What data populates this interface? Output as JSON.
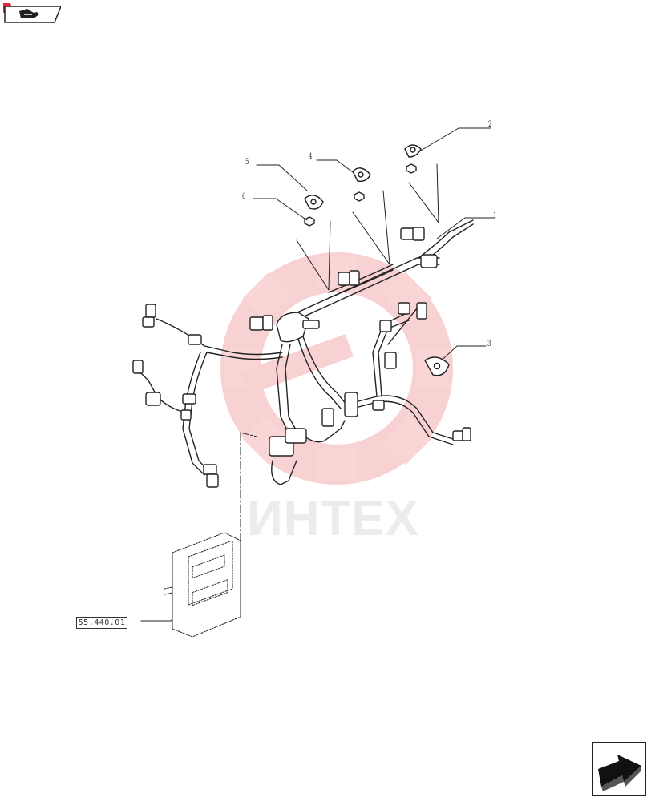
{
  "callouts": [
    {
      "id": "1",
      "label": "1"
    },
    {
      "id": "2",
      "label": "2"
    },
    {
      "id": "3",
      "label": "3"
    },
    {
      "id": "4",
      "label": "4"
    },
    {
      "id": "5",
      "label": "5"
    },
    {
      "id": "6",
      "label": "6"
    }
  ],
  "reference": {
    "code": "55.440.01"
  },
  "watermark": {
    "text": "ИНТЕХ",
    "color": "#f4b8b8"
  },
  "colors": {
    "line": "#222222",
    "accent": "#e8213a"
  },
  "icons": {
    "top_nav": "folder-arrow-icon",
    "bottom_nav": "next-page-arrow-icon"
  }
}
